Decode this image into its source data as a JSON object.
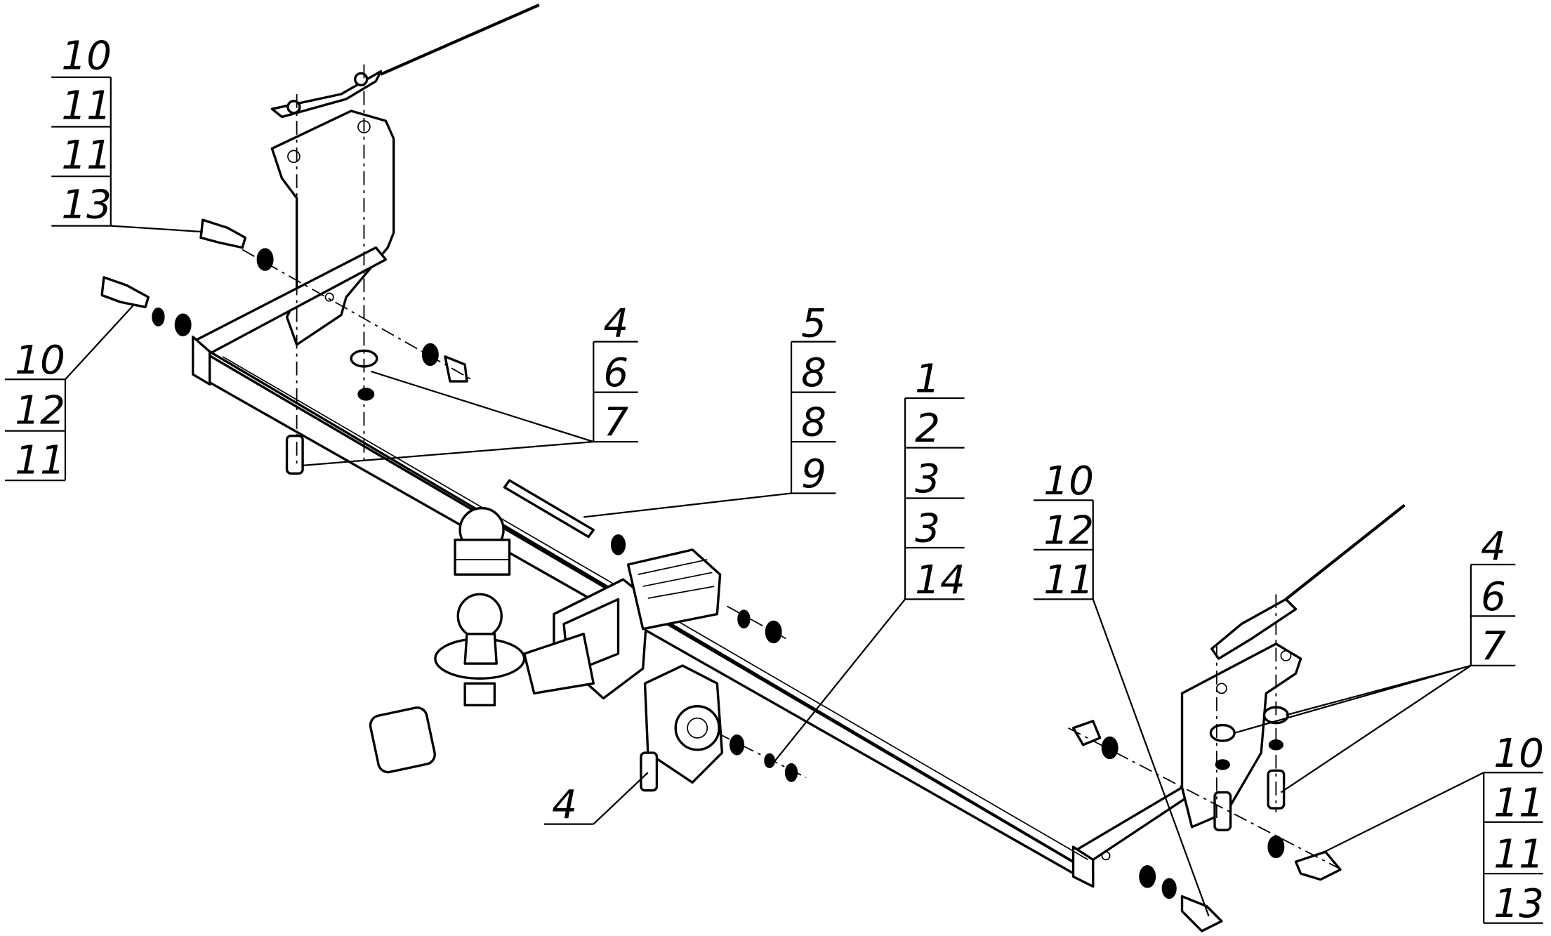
{
  "diagram": {
    "title": "Tow hitch exploded assembly view",
    "callouts": [
      {
        "id": "top-left-bolt",
        "items": [
          "10",
          "11",
          "11",
          "13"
        ]
      },
      {
        "id": "left-bolt",
        "items": [
          "10",
          "12",
          "11"
        ]
      },
      {
        "id": "left-bracket-fastener",
        "items": [
          "4",
          "6",
          "7"
        ]
      },
      {
        "id": "pin",
        "items": [
          "5",
          "8",
          "8",
          "9"
        ]
      },
      {
        "id": "main-assembly",
        "items": [
          "1",
          "2",
          "3",
          "3",
          "14"
        ]
      },
      {
        "id": "right-bolt",
        "items": [
          "10",
          "12",
          "11"
        ]
      },
      {
        "id": "right-bracket-fastener",
        "items": [
          "4",
          "6",
          "7"
        ]
      },
      {
        "id": "right-end-bolt",
        "items": [
          "10",
          "11",
          "11",
          "13"
        ]
      },
      {
        "id": "socket-bolt",
        "items": [
          "4"
        ]
      }
    ]
  }
}
